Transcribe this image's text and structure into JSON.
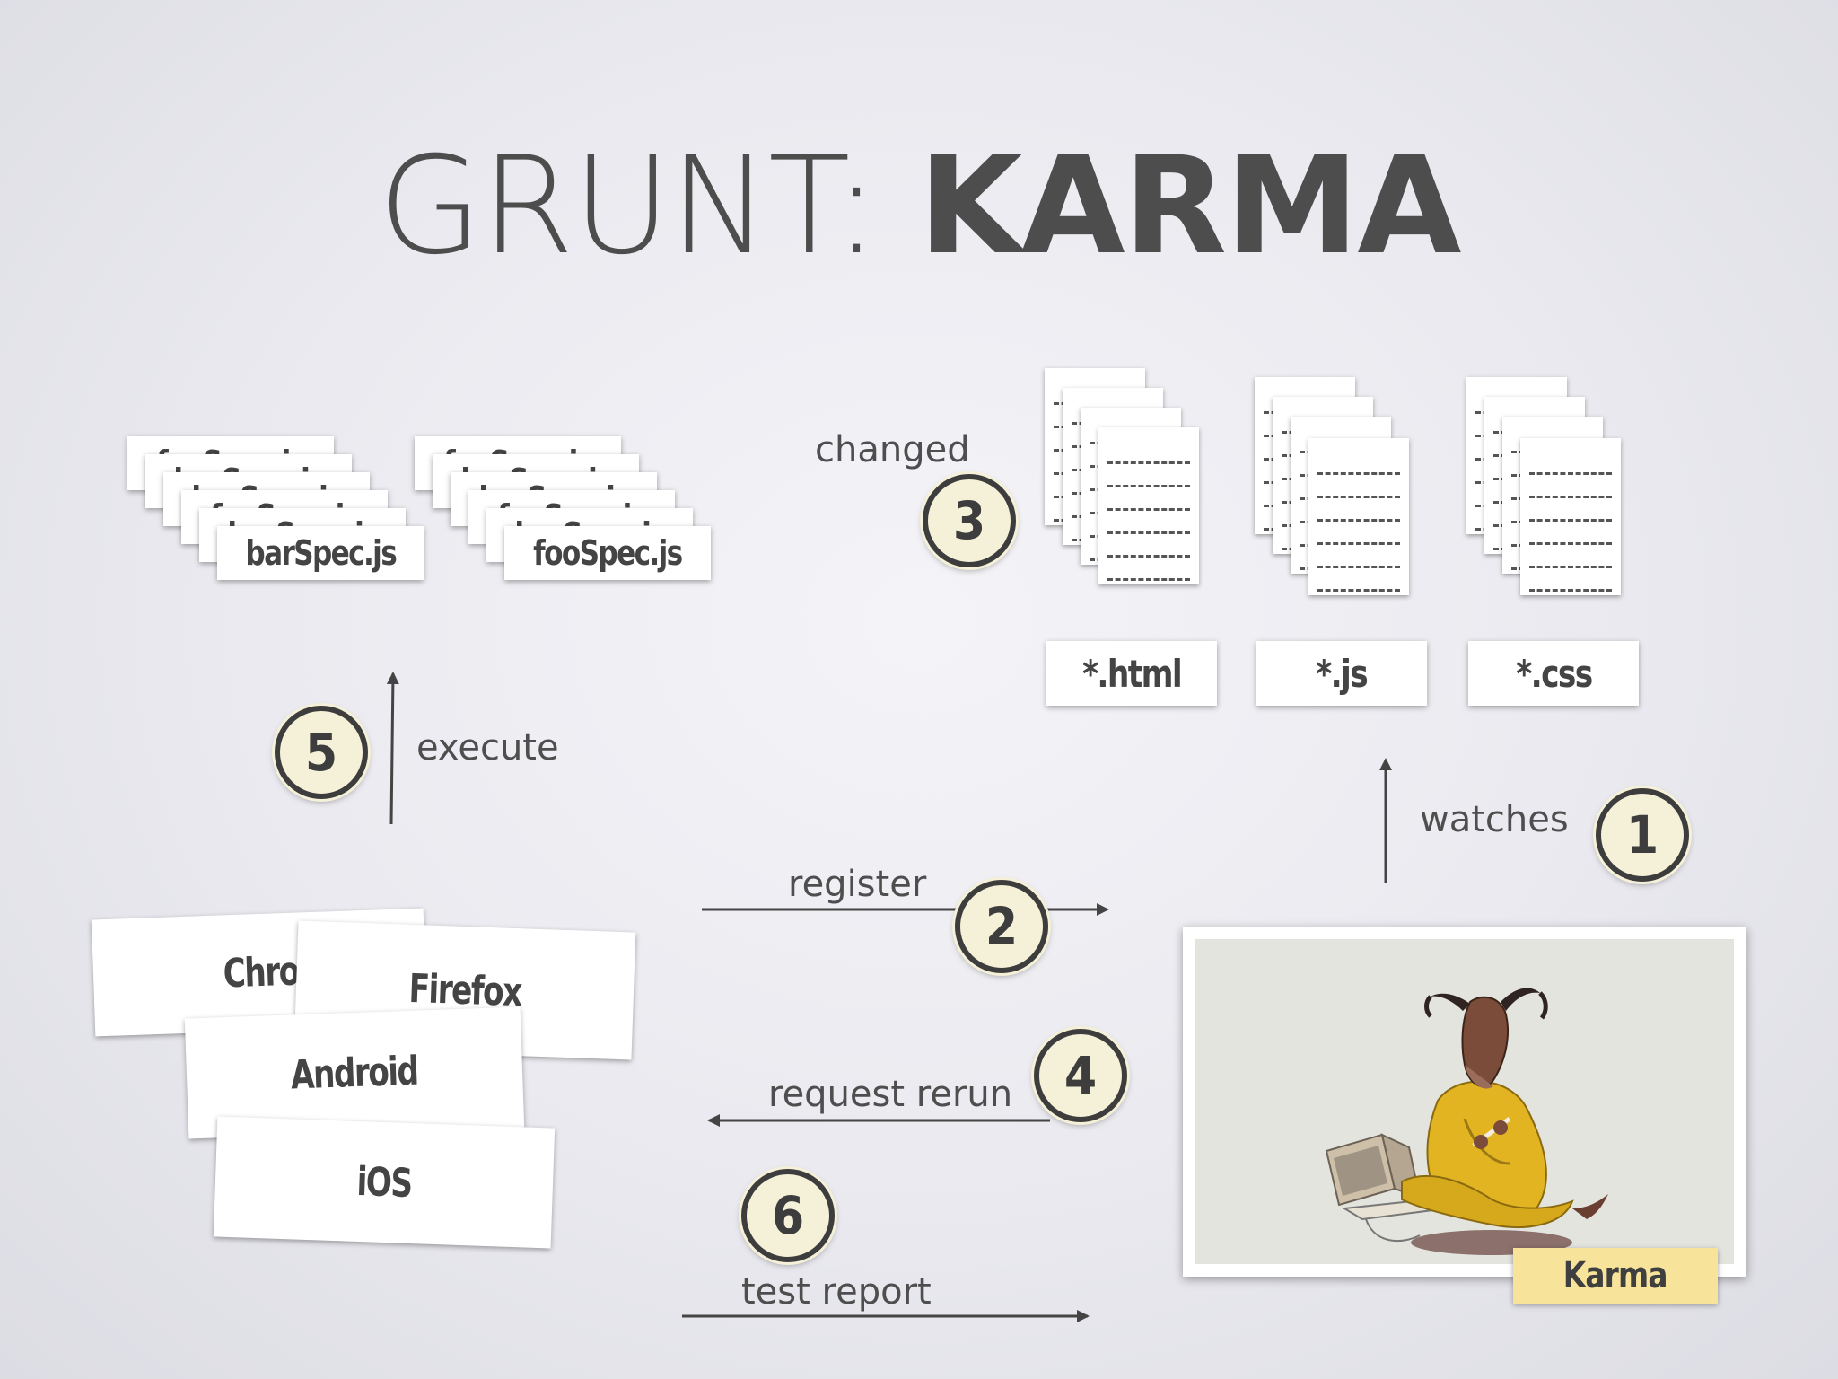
{
  "title": {
    "light": "GRUNT: ",
    "bold": "KARMA"
  },
  "steps": {
    "s1": {
      "number": "1",
      "label": "watches"
    },
    "s2": {
      "number": "2",
      "label": "register"
    },
    "s3": {
      "number": "3",
      "label": "changed"
    },
    "s4": {
      "number": "4",
      "label": "request rerun"
    },
    "s5": {
      "number": "5",
      "label": "execute"
    },
    "s6": {
      "number": "6",
      "label": "test report"
    }
  },
  "spec_stacks": {
    "left": [
      "fooSpec.js",
      "barSpec.js",
      "barSpec.js",
      "fooSpec.js",
      "barSpec.js",
      "barSpec.js"
    ],
    "right": [
      "fooSpec.js",
      "barSpec.js",
      "barSpec.js",
      "fooSpec.js",
      "barSpec.js",
      "fooSpec.js"
    ]
  },
  "file_types": [
    "*.html",
    "*.js",
    "*.css"
  ],
  "browsers": [
    "Chrome",
    "Firefox",
    "Android",
    "iOS"
  ],
  "karma_label": "Karma",
  "colors": {
    "circle_fill": "#f5f0d8",
    "circle_stroke": "#3d3d3d",
    "tag": "#f7e49a",
    "text": "#4d4d4d"
  }
}
